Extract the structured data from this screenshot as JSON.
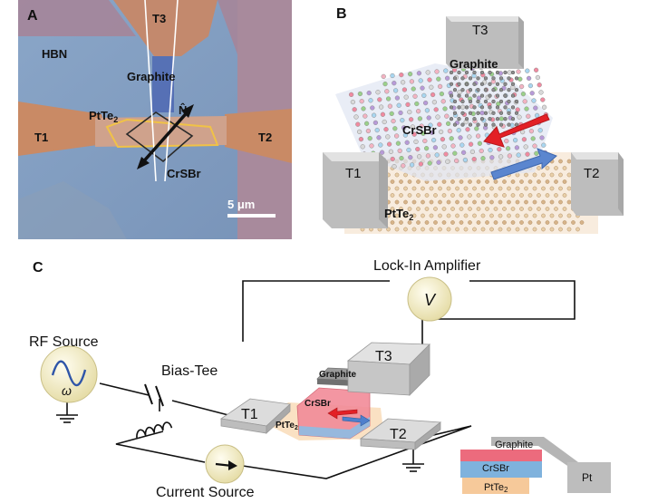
{
  "panel_a": {
    "label": "A",
    "hbn": "HBN",
    "t3": "T3",
    "graphite": "Graphite",
    "n_axis": "N̂",
    "ptte2_base": "PtTe",
    "ptte2_sub": "2",
    "t1": "T1",
    "t2": "T2",
    "crsbr": "CrSBr",
    "scale": "5 μm"
  },
  "panel_b": {
    "label": "B",
    "t3": "T3",
    "graphite": "Graphite",
    "crsbr": "CrSBr",
    "t1": "T1",
    "t2": "T2",
    "ptte2_base": "PtTe",
    "ptte2_sub": "2"
  },
  "panel_c": {
    "label": "C",
    "lockin": "Lock-In Amplifier",
    "v_symbol": "V",
    "rf_source": "RF Source",
    "omega": "ω",
    "bias_tee": "Bias-Tee",
    "current_source": "Current Source",
    "t1": "T1",
    "t2": "T2",
    "t3": "T3",
    "graphite": "Graphite",
    "crsbr": "CrSBr",
    "ptte2_base": "PtTe",
    "ptte2_sub": "2"
  },
  "legend": {
    "graphite": "Graphite",
    "crsbr": "CrSBr",
    "ptte2_base": "PtTe",
    "ptte2_sub": "2",
    "pt": "Pt"
  },
  "colors": {
    "hbn_blue": "#7f9cc0",
    "substrate_purple": "#a38397",
    "electrode_gold": "#c98a65",
    "graphite_blue": "#4f69b3",
    "crsbr_red": "#ec6b7d",
    "crsbr_blue": "#7fb2dd",
    "ptte2_orange": "#f6c99a",
    "meter_fill": "#f3eec3",
    "arrow_red": "#e32026",
    "arrow_blue": "#4f7fcc",
    "block_gray": "#c8c8c8"
  }
}
